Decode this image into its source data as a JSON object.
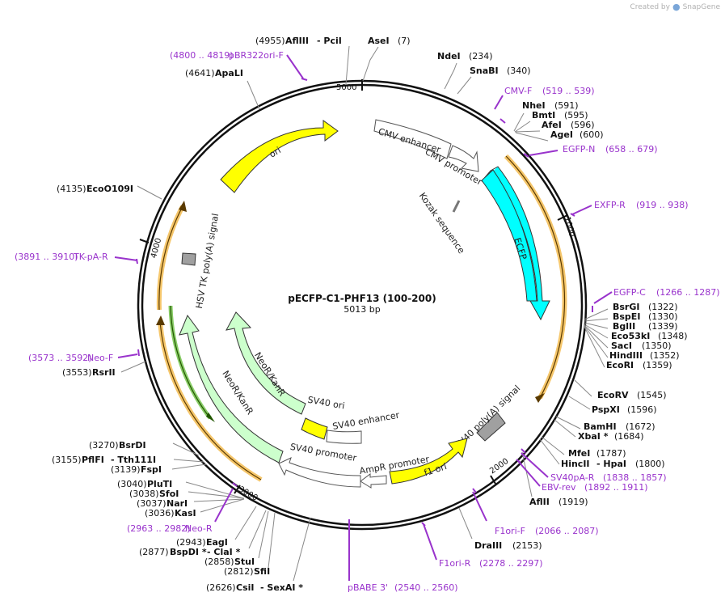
{
  "brand": {
    "prefix": "Created by",
    "name": "SnapGene"
  },
  "plasmid": {
    "name": "pECFP-C1-PHF13 (100-200)",
    "size": "5013 bp",
    "total_bp": 5013
  },
  "colors": {
    "ori": "#ffff00",
    "ecfp": "#00ffff",
    "neo": "#ccffcc",
    "orf_orange": "#f5a623",
    "orf_green": "#33aa33",
    "primer": "#9933cc",
    "grey_box": "#999999"
  },
  "ticks": [
    "5000",
    "1000",
    "2000",
    "3000",
    "4000"
  ],
  "sites": [
    {
      "name": "AseI",
      "pos": "(7)"
    },
    {
      "name": "NdeI",
      "pos": "(234)"
    },
    {
      "name": "SnaBI",
      "pos": "(340)"
    },
    {
      "name": "NheI",
      "pos": "(591)"
    },
    {
      "name": "BmtI",
      "pos": "(595)"
    },
    {
      "name": "AfeI",
      "pos": "(596)"
    },
    {
      "name": "AgeI",
      "pos": "(600)"
    },
    {
      "name": "BsrGI",
      "pos": "(1322)"
    },
    {
      "name": "BspEI",
      "pos": "(1330)"
    },
    {
      "name": "BglII",
      "pos": "(1339)"
    },
    {
      "name": "Eco53kI",
      "pos": "(1348)"
    },
    {
      "name": "SacI",
      "pos": "(1350)"
    },
    {
      "name": "HindIII",
      "pos": "(1352)"
    },
    {
      "name": "EcoRI",
      "pos": "(1359)"
    },
    {
      "name": "EcoRV",
      "pos": "(1545)"
    },
    {
      "name": "PspXI",
      "pos": "(1596)"
    },
    {
      "name": "BamHI",
      "pos": "(1672)"
    },
    {
      "name": "XbaI *",
      "pos": "(1684)"
    },
    {
      "name": "MfeI",
      "pos": "(1787)"
    },
    {
      "name": "HincII",
      "extra": "- HpaI",
      "pos": "(1800)"
    },
    {
      "name": "AflII",
      "pos": "(1919)"
    },
    {
      "name": "DraIII",
      "pos": "(2153)"
    },
    {
      "name": "CsiI",
      "extra": "- SexAI *",
      "pos": "(2626)"
    },
    {
      "name": "SfiI",
      "pos": "(2812)"
    },
    {
      "name": "StuI",
      "pos": "(2858)"
    },
    {
      "name": "BspDI *",
      "extra": "- ClaI *",
      "pos": "(2877)"
    },
    {
      "name": "EagI",
      "pos": "(2943)"
    },
    {
      "name": "KasI",
      "pos": "(3036)"
    },
    {
      "name": "NarI",
      "pos": "(3037)"
    },
    {
      "name": "SfoI",
      "pos": "(3038)"
    },
    {
      "name": "PluTI",
      "pos": "(3040)"
    },
    {
      "name": "FspI",
      "pos": "(3139)"
    },
    {
      "name": "PflFI",
      "extra": "- Tth111I",
      "pos": "(3155)"
    },
    {
      "name": "BsrDI",
      "pos": "(3270)"
    },
    {
      "name": "RsrII",
      "pos": "(3553)"
    },
    {
      "name": "EcoO109I",
      "pos": "(4135)"
    },
    {
      "name": "ApaLI",
      "pos": "(4641)"
    },
    {
      "name": "AflIII",
      "extra": "- PciI",
      "pos": "(4955)"
    }
  ],
  "primers": [
    {
      "name": "CMV-F",
      "range": "(519 .. 539)"
    },
    {
      "name": "EGFP-N",
      "range": "(658 .. 679)"
    },
    {
      "name": "EXFP-R",
      "range": "(919 .. 938)"
    },
    {
      "name": "EGFP-C",
      "range": "(1266 .. 1287)"
    },
    {
      "name": "SV40pA-R",
      "range": "(1838 .. 1857)"
    },
    {
      "name": "EBV-rev",
      "range": "(1892 .. 1911)"
    },
    {
      "name": "F1ori-F",
      "range": "(2066 .. 2087)"
    },
    {
      "name": "F1ori-R",
      "range": "(2278 .. 2297)"
    },
    {
      "name": "pBABE 3'",
      "range": "(2540 .. 2560)"
    },
    {
      "name": "Neo-R",
      "range": "(2963 .. 2982)"
    },
    {
      "name": "Neo-F",
      "range": "(3573 .. 3592)"
    },
    {
      "name": "TK-pA-R",
      "range": "(3891 .. 3910)"
    },
    {
      "name": "pBR322ori-F",
      "range": "(4800 .. 4819)"
    }
  ],
  "features": {
    "ori": "ori",
    "cmv_enhancer": "CMV enhancer",
    "cmv_promoter": "CMV promoter",
    "kozak": "Kozak sequence",
    "ecfp": "ECFP",
    "sv40_polya": "SV40 poly(A) signal",
    "f1_ori": "f1 ori",
    "ampr_promoter": "AmpR promoter",
    "sv40_promoter": "SV40 promoter",
    "sv40_enhancer": "SV40 enhancer",
    "sv40_ori": "SV40 ori",
    "neokanr_inner": "NeoR/KanR",
    "neokanr_outer": "NeoR/KanR",
    "hsv_tk": "HSV TK poly(A) signal"
  }
}
